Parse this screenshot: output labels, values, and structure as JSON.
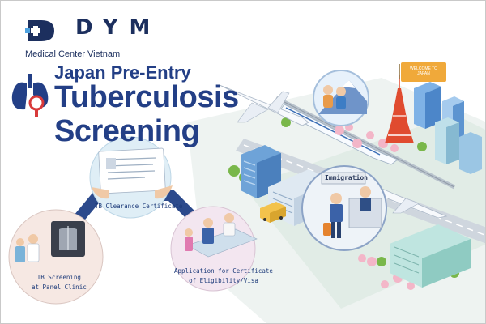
{
  "brand": {
    "letters": "DYM",
    "subtitle": "Medical Center Vietnam",
    "colors": {
      "navy": "#1c2f5e",
      "blue": "#233f86",
      "red": "#d83a3a"
    }
  },
  "title": {
    "line1": "Japan Pre-Entry",
    "line2": "Tuberculosis",
    "line3": "Screening"
  },
  "steps": [
    {
      "label_line1": "TB Screening",
      "label_line2": "at Panel Clinic",
      "icon": "xray-clinic-icon"
    },
    {
      "label_line1": "TB Clearance Certificate",
      "label_line2": "",
      "icon": "certificate-icon"
    },
    {
      "label_line1": "Application for Certificate",
      "label_line2": "of Eligibility/Visa",
      "icon": "visa-application-icon"
    }
  ],
  "scene": {
    "immigration_sign": "Immigration",
    "welcome_banner_line1": "WELCOME TO",
    "welcome_banner_line2": "JAPAN",
    "icons": [
      "airplane-icon",
      "bullet-train-icon",
      "tokyo-tower-icon",
      "mount-fuji-icon",
      "immigration-booth-icon",
      "bus-icon"
    ]
  }
}
